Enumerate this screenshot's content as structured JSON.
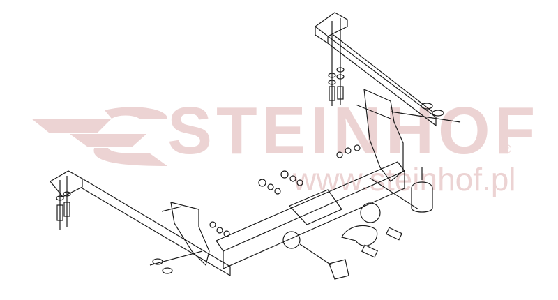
{
  "watermark": {
    "brand": "STEINHOF",
    "registered": "®",
    "url": "www.steinhof.pl",
    "color": "#ecd3d3"
  },
  "diagram": {
    "type": "exploded assembly drawing",
    "subject": "towbar / tow hitch",
    "line_color": "#1a1a1a",
    "components": [
      "left mounting bracket arm",
      "right mounting bracket arm",
      "left side plate",
      "right side plate",
      "main cross beam",
      "tow ball neck",
      "tow ball cover cap",
      "electrical socket plate",
      "electrical socket connector",
      "bolts, washers and nuts"
    ]
  }
}
